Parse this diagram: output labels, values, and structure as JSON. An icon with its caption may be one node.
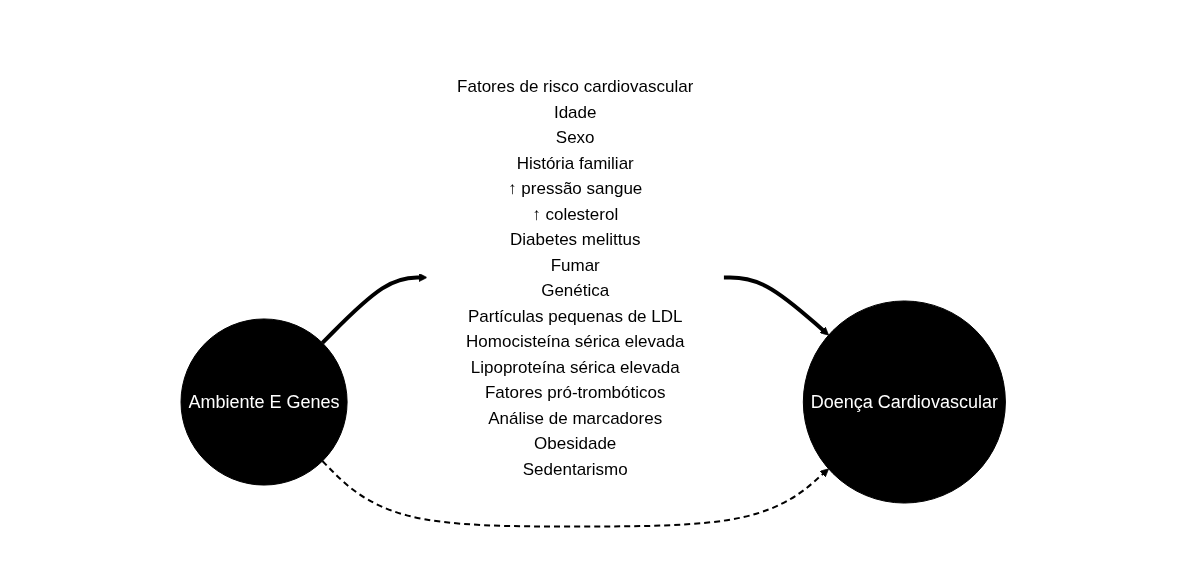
{
  "diagram": {
    "nodes": [
      {
        "text": [
          "Ambiente E Genes"
        ]
      },
      {
        "text": [
          "Fatores de risco cardiovascular",
          "Idade",
          "Sexo",
          "História familiar",
          "↑ pressão sangue",
          "↑ colesterol",
          "Diabetes melittus",
          "Fumar",
          "Genética",
          "Partículas pequenas de LDL",
          "Homocisteína sérica elevada",
          "Lipoproteína sérica elevada",
          "Fatores pró-trombóticos",
          "Análise de marcadores",
          "Obesidade",
          "Sedentarismo"
        ]
      },
      {
        "text": [
          "Doença Cardiovascular"
        ]
      }
    ],
    "edges": [
      {
        "from": 0,
        "to": 1,
        "arrow": "to"
      },
      {
        "from": 1,
        "to": 2,
        "arrow": "to"
      },
      {
        "from": 0,
        "to": 2,
        "arrow": "to",
        "style": "dashed"
      }
    ]
  }
}
